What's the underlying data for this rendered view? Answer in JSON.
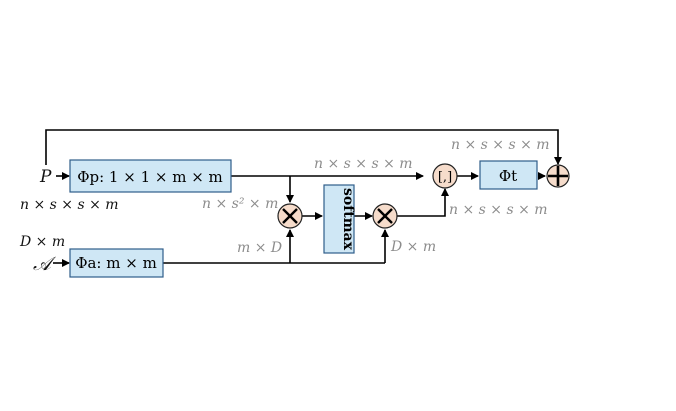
{
  "inputs": {
    "p_symbol": "P",
    "p_shape": "n × s × s × m",
    "a_symbol": "𝒜",
    "a_shape": "D × m"
  },
  "blocks": {
    "phi_p": "Φp: 1 × 1 × m × m",
    "phi_a": "Φa: m × m",
    "softmax": "softmax",
    "phi_t": "Φt",
    "concat": "[,]"
  },
  "edge_labels": {
    "skip": "n × s × s × m",
    "phi_p_out": "n × s × s × m",
    "attn_in": "n × s² × m",
    "phi_a_out": "m × D",
    "weighted_out": "D × m",
    "concat_in": "n × s × s × m"
  }
}
